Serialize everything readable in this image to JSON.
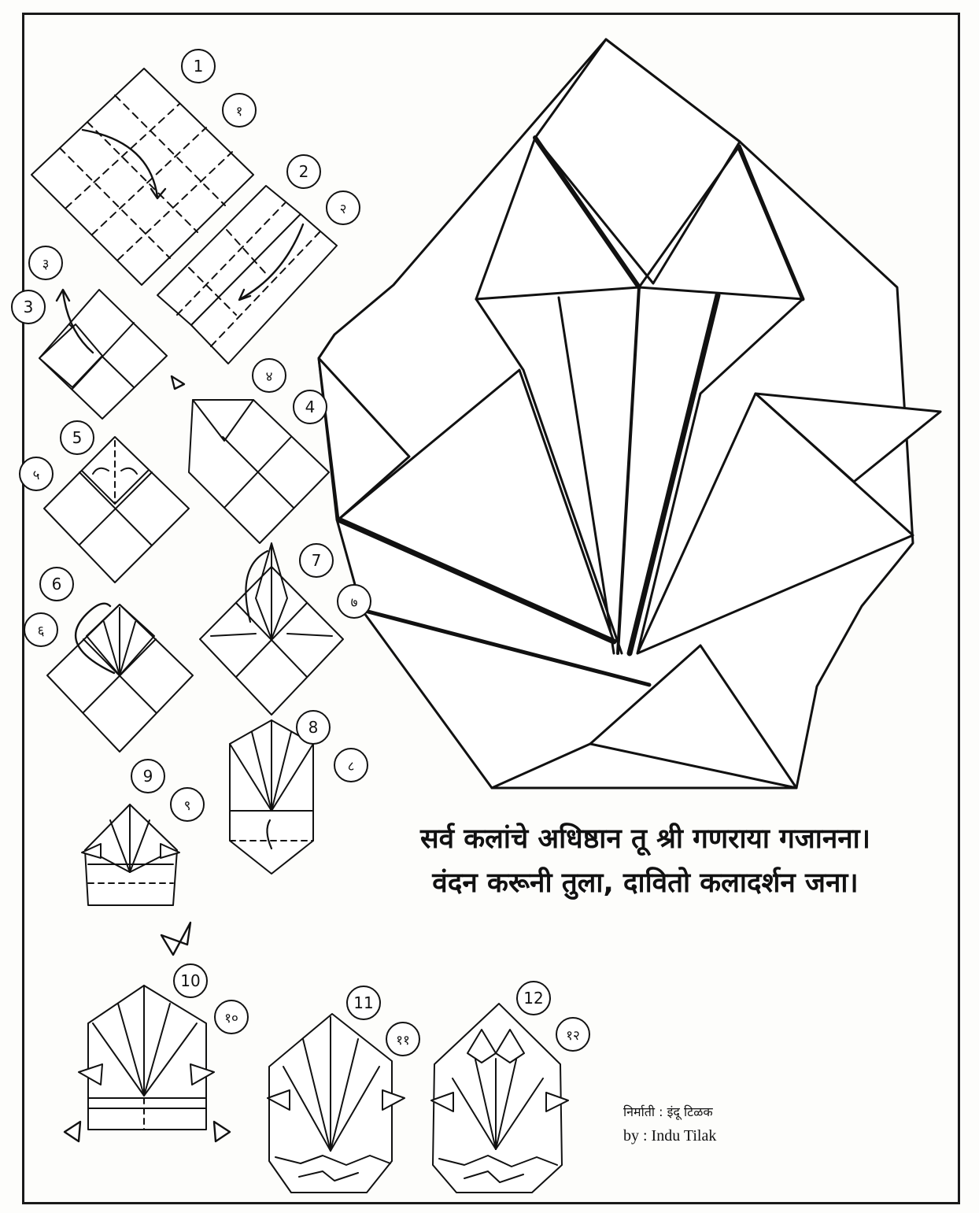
{
  "steps": [
    {
      "num": "1",
      "dev": "१"
    },
    {
      "num": "2",
      "dev": "२"
    },
    {
      "num": "3",
      "dev": "३"
    },
    {
      "num": "4",
      "dev": "४"
    },
    {
      "num": "5",
      "dev": "५"
    },
    {
      "num": "6",
      "dev": "६"
    },
    {
      "num": "7",
      "dev": "७"
    },
    {
      "num": "8",
      "dev": "८"
    },
    {
      "num": "9",
      "dev": "९"
    },
    {
      "num": "10",
      "dev": "१०"
    },
    {
      "num": "11",
      "dev": "११"
    },
    {
      "num": "12",
      "dev": "१२"
    }
  ],
  "verse": {
    "line1": "सर्व कलांचे अधिष्ठान तू श्री गणराया गजानना।",
    "line2": "वंदन करूनी तुला, दावितो कलादर्शन जना।"
  },
  "credit": {
    "marathi": "निर्माती : इंदू टिळक",
    "english": "by : Indu Tilak"
  }
}
